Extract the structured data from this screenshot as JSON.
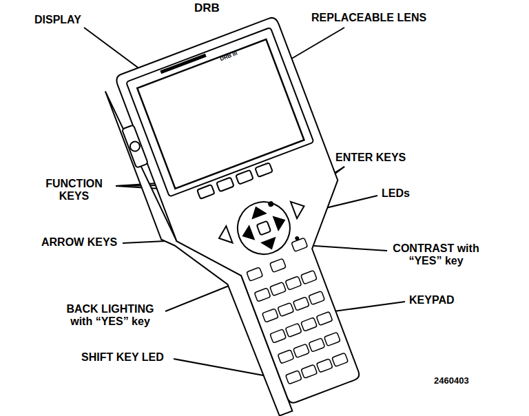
{
  "diagram": {
    "title": "DRB",
    "labels": [
      "DISPLAY",
      "REPLACEABLE LENS",
      "DRB III",
      "ENTER KEYS",
      "FUNCTION KEYS",
      "LEDs",
      "ARROW KEYS",
      "CONTRAST with “YES” key",
      "KEYPAD",
      "BACK LIGHTING with “YES” key",
      "SHIFT KEY LED",
      "2460403"
    ]
  }
}
